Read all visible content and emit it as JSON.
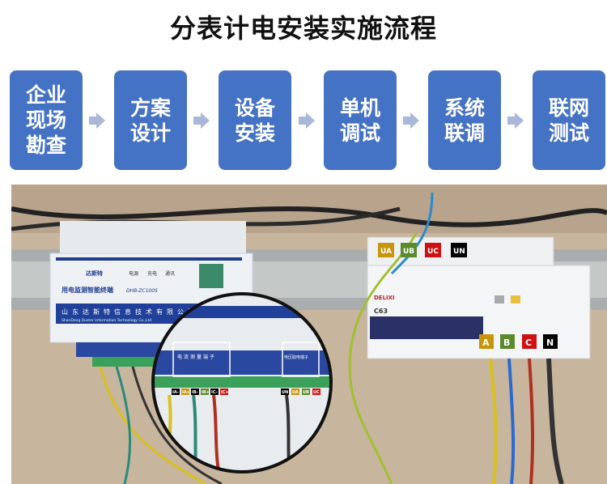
{
  "title": "分表计电安装实施流程",
  "steps": [
    {
      "label": "企业\n现场\n勘查"
    },
    {
      "label": "方案\n设计"
    },
    {
      "label": "设备\n安装"
    },
    {
      "label": "单机\n调试"
    },
    {
      "label": "系统\n联调"
    },
    {
      "label": "联网\n测试"
    }
  ],
  "photo": {
    "meter": {
      "brand": "达斯特",
      "indicators": [
        "电源",
        "充电",
        "通讯"
      ],
      "name": "用电监测智能终端",
      "model": "DHB-ZC100S",
      "company": "山东达斯特信息技术有限公司",
      "company_en": "ShanDong Duster Information Technology Co.,Ltd",
      "current_terminals": "电流测量端子",
      "voltage_terminals": "电压取电端子",
      "current_tags": [
        "IA-",
        "IA+",
        "IB-",
        "IB+",
        "IC-",
        "IC+"
      ],
      "voltage_tags": [
        "UN",
        "UA",
        "UB",
        "UC"
      ]
    },
    "breaker": {
      "brand": "DELIXI",
      "rating": "C63",
      "top_tags": [
        {
          "text": "UA",
          "color": "#C8950A"
        },
        {
          "text": "UB",
          "color": "#5A8A2A"
        },
        {
          "text": "UC",
          "color": "#D01010"
        },
        {
          "text": "UN",
          "color": "#000000"
        }
      ],
      "bottom_tags": [
        {
          "text": "A",
          "color": "#C8950A"
        },
        {
          "text": "B",
          "color": "#5A8A2A"
        },
        {
          "text": "C",
          "color": "#D01010"
        },
        {
          "text": "N",
          "color": "#000000"
        }
      ]
    }
  }
}
